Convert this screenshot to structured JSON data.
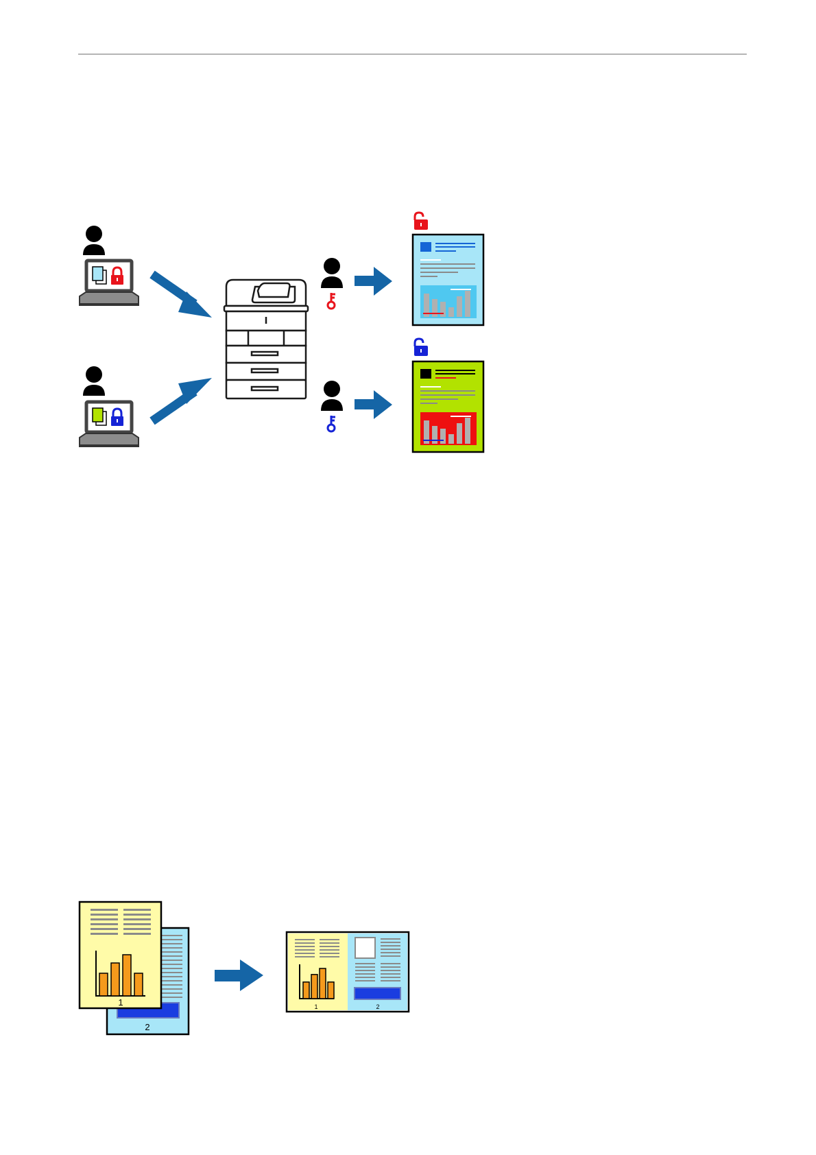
{
  "page": {
    "header_rule": true,
    "background": "#ffffff"
  },
  "colors": {
    "arrow_blue": "#1565a6",
    "lock_red": "#e8141c",
    "lock_blue": "#1523d6",
    "doc_light_blue": "#a8e6f8",
    "doc_green": "#b2e200",
    "doc_yellow": "#fffba8",
    "bar_orange": "#f59a1c",
    "text_line_gray": "#8a8a8a",
    "bar_red": "#ee1010"
  },
  "figure_confidential": {
    "icons": {
      "user": "person-icon",
      "laptop": "laptop-icon",
      "printer": "printer-icon",
      "key": "key-icon",
      "padlock": "padlock-icon",
      "open_padlock": "unlocked-padlock-icon"
    }
  },
  "figure_multipage": {
    "page_numbers": {
      "source_front": "1",
      "source_back": "2",
      "result_left": "1",
      "result_right": "2"
    },
    "bar_heights": [
      0.55,
      0.8,
      1.0,
      0.55
    ],
    "icons": {
      "arrow": "right-arrow-icon",
      "document": "document-page-icon",
      "chart": "bar-chart-icon"
    }
  }
}
